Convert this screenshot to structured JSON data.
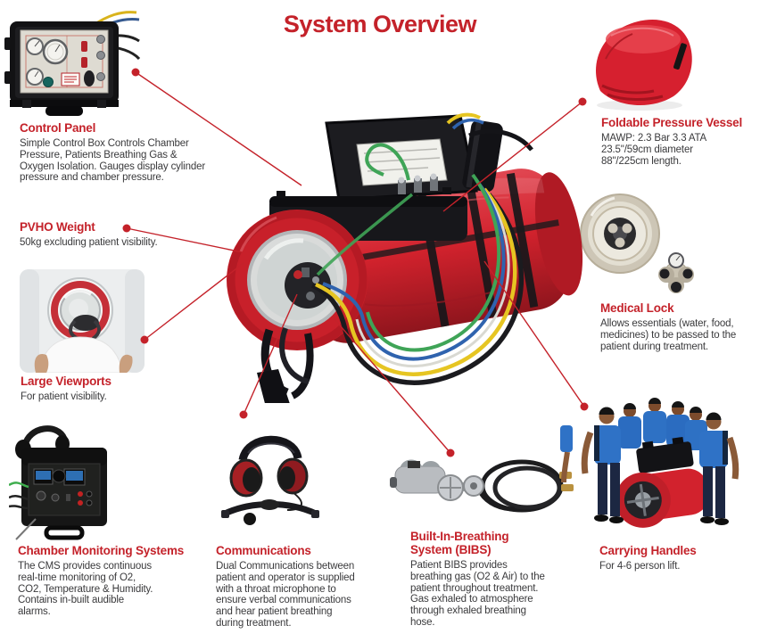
{
  "page_title": "System Overview",
  "colors": {
    "accent_red": "#c4222a",
    "body_text": "#3a3a3c",
    "chamber_red": "#d2222d"
  },
  "sections": {
    "control_panel": {
      "title": "Control Panel",
      "lines": [
        "Simple Control Box Controls Chamber",
        "Pressure, Patients Breathing Gas &",
        "Oxygen Isolation. Gauges display cylinder",
        "pressure and chamber pressure."
      ]
    },
    "foldable_vessel": {
      "title": "Foldable Pressure Vessel",
      "lines": [
        "MAWP: 2.3 Bar 3.3 ATA",
        "23.5\"/59cm diameter",
        "88\"/225cm length."
      ]
    },
    "pvho_weight": {
      "title": "PVHO Weight",
      "lines": [
        "50kg excluding patient visibility."
      ]
    },
    "medical_lock": {
      "title": "Medical Lock",
      "lines": [
        "Allows essentials (water, food,",
        "medicines) to be passed to the",
        "patient during treatment."
      ]
    },
    "large_viewports": {
      "title": "Large Viewports",
      "lines": [
        "For patient visibility."
      ]
    },
    "cms": {
      "title": "Chamber Monitoring Systems",
      "lines": [
        "The CMS provides continuous",
        "real-time monitoring of O2,",
        "CO2, Temperature & Humidity.",
        "Contains in-built audible",
        "alarms."
      ]
    },
    "communications": {
      "title": "Communications",
      "lines": [
        "Dual Communications between",
        "patient and operator is supplied",
        "with a throat microphone to",
        "ensure verbal communications",
        "and hear patient breathing",
        "during treatment."
      ]
    },
    "bibs": {
      "title": [
        "Built-In-Breathing",
        "System (BIBS)"
      ],
      "lines": [
        "Patient BIBS provides",
        "breathing gas (O2 & Air) to the",
        "patient throughout treatment.",
        "Gas exhaled to atmosphere",
        "through exhaled breathing",
        "hose."
      ]
    },
    "carrying_handles": {
      "title": "Carrying Handles",
      "lines": [
        "For 4-6 person lift."
      ]
    }
  }
}
